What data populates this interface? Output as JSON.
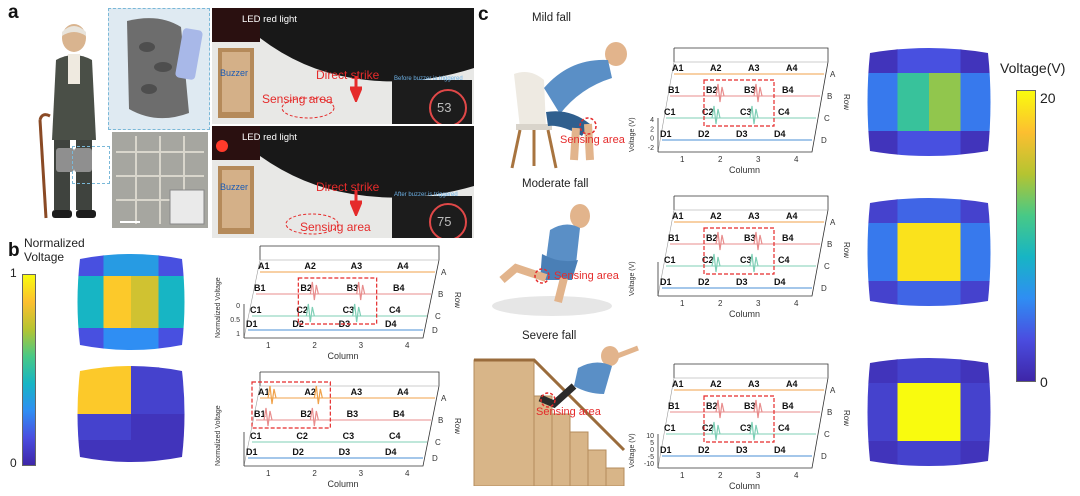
{
  "panels": {
    "a": "a",
    "b": "b",
    "c": "c"
  },
  "panel_a": {
    "led": "LED red light",
    "buzzer": "Buzzer",
    "direct_strike": "Direct strike",
    "sensing_area": "Sensing area",
    "before_buzzer": "Before buzzer is triggered",
    "after_buzzer": "After buzzer is triggered",
    "counter_before": "53",
    "counter_after": "75"
  },
  "panel_b": {
    "colorbar_title": "Normalized Voltage",
    "colorbar_max": "1",
    "colorbar_min": "0",
    "ylabel": "Normalized Voltage",
    "xlabel": "Column",
    "row_label": "Row"
  },
  "panel_c": {
    "mild": "Mild fall",
    "moderate": "Moderate fall",
    "severe": "Severe fall",
    "sensing_area": "Sensing area",
    "ylabel": "Voltage (V)",
    "xlabel": "Column",
    "row_label": "Row",
    "colorbar_title": "Voltage(V)",
    "colorbar_max": "20",
    "colorbar_min": "0"
  },
  "chart_data": [
    {
      "type": "heatmap",
      "name": "b-top",
      "rows": [
        "A",
        "B",
        "C",
        "D"
      ],
      "columns": [
        "1",
        "2",
        "3",
        "4"
      ],
      "values": [
        [
          0.15,
          0.35,
          0.35,
          0.15
        ],
        [
          0.45,
          0.9,
          0.8,
          0.45
        ],
        [
          0.45,
          0.9,
          0.8,
          0.45
        ],
        [
          0.15,
          0.3,
          0.3,
          0.15
        ]
      ],
      "vmin": 0,
      "vmax": 1
    },
    {
      "type": "heatmap",
      "name": "b-bottom",
      "rows": [
        "A",
        "B",
        "C",
        "D"
      ],
      "columns": [
        "1",
        "2",
        "3",
        "4"
      ],
      "values": [
        [
          0.9,
          0.9,
          0.1,
          0.1
        ],
        [
          0.9,
          0.9,
          0.1,
          0.1
        ],
        [
          0.1,
          0.1,
          0.05,
          0.05
        ],
        [
          0.05,
          0.05,
          0.05,
          0.05
        ]
      ],
      "vmin": 0,
      "vmax": 1
    },
    {
      "type": "heatmap",
      "name": "c-mild",
      "rows": [
        "A",
        "B",
        "C",
        "D"
      ],
      "columns": [
        "1",
        "2",
        "3",
        "4"
      ],
      "values": [
        [
          1,
          3,
          3,
          1
        ],
        [
          5,
          11,
          14,
          5
        ],
        [
          5,
          11,
          14,
          5
        ],
        [
          1,
          3,
          3,
          1
        ]
      ],
      "vmin": 0,
      "vmax": 20
    },
    {
      "type": "heatmap",
      "name": "c-moderate",
      "rows": [
        "A",
        "B",
        "C",
        "D"
      ],
      "columns": [
        "1",
        "2",
        "3",
        "4"
      ],
      "values": [
        [
          2,
          4,
          4,
          2
        ],
        [
          5,
          19,
          19,
          5
        ],
        [
          5,
          19,
          19,
          5
        ],
        [
          2,
          4,
          4,
          2
        ]
      ],
      "vmin": 0,
      "vmax": 20
    },
    {
      "type": "heatmap",
      "name": "c-severe",
      "rows": [
        "A",
        "B",
        "C",
        "D"
      ],
      "columns": [
        "1",
        "2",
        "3",
        "4"
      ],
      "values": [
        [
          1,
          2,
          2,
          1
        ],
        [
          2,
          20,
          20,
          2
        ],
        [
          2,
          20,
          20,
          2
        ],
        [
          1,
          2,
          2,
          1
        ]
      ],
      "vmin": 0,
      "vmax": 20
    },
    {
      "type": "line",
      "name": "b-top-signals",
      "sensors": [
        "A1",
        "A2",
        "A3",
        "A4",
        "B1",
        "B2",
        "B3",
        "B4",
        "C1",
        "C2",
        "C3",
        "C4",
        "D1",
        "D2",
        "D3",
        "D4"
      ],
      "active": [
        "B2",
        "B3",
        "C2",
        "C3"
      ],
      "yticks": [
        "0",
        "0.5",
        "1"
      ],
      "xticks": [
        "1",
        "2",
        "3",
        "4"
      ],
      "rows": [
        "A",
        "B",
        "C",
        "D"
      ]
    },
    {
      "type": "line",
      "name": "b-bottom-signals",
      "sensors": [
        "A1",
        "A2",
        "A3",
        "A4",
        "B1",
        "B2",
        "B3",
        "B4",
        "C1",
        "C2",
        "C3",
        "C4",
        "D1",
        "D2",
        "D3",
        "D4"
      ],
      "active": [
        "A1",
        "A2",
        "B1",
        "B2"
      ],
      "xticks": [
        "1",
        "2",
        "3",
        "4"
      ],
      "rows": [
        "A",
        "B",
        "C",
        "D"
      ]
    },
    {
      "type": "line",
      "name": "c-mild-signals",
      "sensors": [
        "A1",
        "A2",
        "A3",
        "A4",
        "B1",
        "B2",
        "B3",
        "B4",
        "C1",
        "C2",
        "C3",
        "C4",
        "D1",
        "D2",
        "D3",
        "D4"
      ],
      "active": [
        "B2",
        "B3",
        "C2",
        "C3"
      ],
      "yticks": [
        "4",
        "2",
        "0",
        "-2"
      ],
      "xticks": [
        "1",
        "2",
        "3",
        "4"
      ],
      "rows": [
        "A",
        "B",
        "C",
        "D"
      ]
    },
    {
      "type": "line",
      "name": "c-moderate-signals",
      "sensors": [
        "A1",
        "A2",
        "A3",
        "A4",
        "B1",
        "B2",
        "B3",
        "B4",
        "C1",
        "C2",
        "C3",
        "C4",
        "D1",
        "D2",
        "D3",
        "D4"
      ],
      "active": [
        "B2",
        "B3",
        "C2",
        "C3"
      ],
      "xticks": [
        "1",
        "2",
        "3",
        "4"
      ],
      "rows": [
        "A",
        "B",
        "C",
        "D"
      ]
    },
    {
      "type": "line",
      "name": "c-severe-signals",
      "sensors": [
        "A1",
        "A2",
        "A3",
        "A4",
        "B1",
        "B2",
        "B3",
        "B4",
        "C1",
        "C2",
        "C3",
        "C4",
        "D1",
        "D2",
        "D3",
        "D4"
      ],
      "active": [
        "B2",
        "B3",
        "C2",
        "C3"
      ],
      "yticks": [
        "10",
        "5",
        "0",
        "-5",
        "-10"
      ],
      "xticks": [
        "1",
        "2",
        "3",
        "4"
      ],
      "rows": [
        "A",
        "B",
        "C",
        "D"
      ]
    }
  ]
}
